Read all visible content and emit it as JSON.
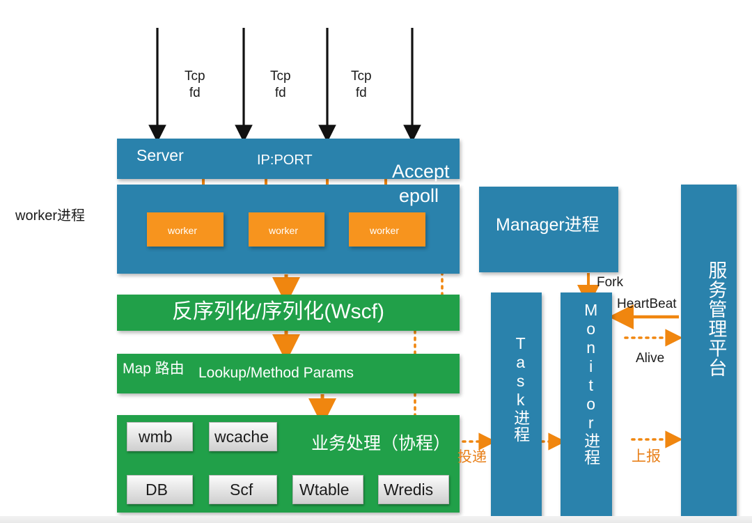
{
  "diagram": {
    "title": "Server worker process architecture",
    "colors": {
      "blue": "#2a82ac",
      "green": "#21a049",
      "orange": "#f7941e",
      "gray_box": "#e3e3e3",
      "arrow_black": "#111111",
      "arrow_orange": "#f0860f",
      "text_white": "#ffffff",
      "text_black": "#1b1b1b",
      "text_orange": "#e8801a",
      "background": "#ffffff"
    }
  },
  "inbound": {
    "tcp_labels": [
      "Tcp\nfd",
      "Tcp\nfd",
      "Tcp\nfd"
    ],
    "tcp_line1": "Tcp",
    "tcp_line2": "fd",
    "arrow_count": 4
  },
  "left_side": {
    "worker_process_label": "worker进程"
  },
  "server_box": {
    "title": "Server",
    "ip_port": "IP:PORT",
    "accept": "Accept"
  },
  "worker_box": {
    "epoll": "epoll",
    "workers": [
      "worker",
      "worker",
      "worker"
    ]
  },
  "green_stack": {
    "serialize": "反序列化/序列化(Wscf)",
    "map_route": "Map 路由",
    "lookup": "Lookup/Method  Params",
    "business": "业务处理（协程）",
    "components_row1": [
      "wmb",
      "wcache"
    ],
    "components_row2": [
      "DB",
      "Scf",
      "Wtable",
      "Wredis"
    ]
  },
  "right_side": {
    "manager": "Manager进程",
    "task": "Task进程",
    "monitor": "Monitor进程",
    "platform": "服务管理平台",
    "task_vertical": "Task",
    "task_suffix": "进程",
    "monitor_vertical": "Monitor",
    "monitor_suffix": "进程",
    "platform_vertical": "服务管理平台"
  },
  "edge_labels": {
    "fork": "Fork",
    "heartbeat": "HeartBeat",
    "alive": "Alive",
    "deliver": "投递",
    "report": "上报"
  }
}
